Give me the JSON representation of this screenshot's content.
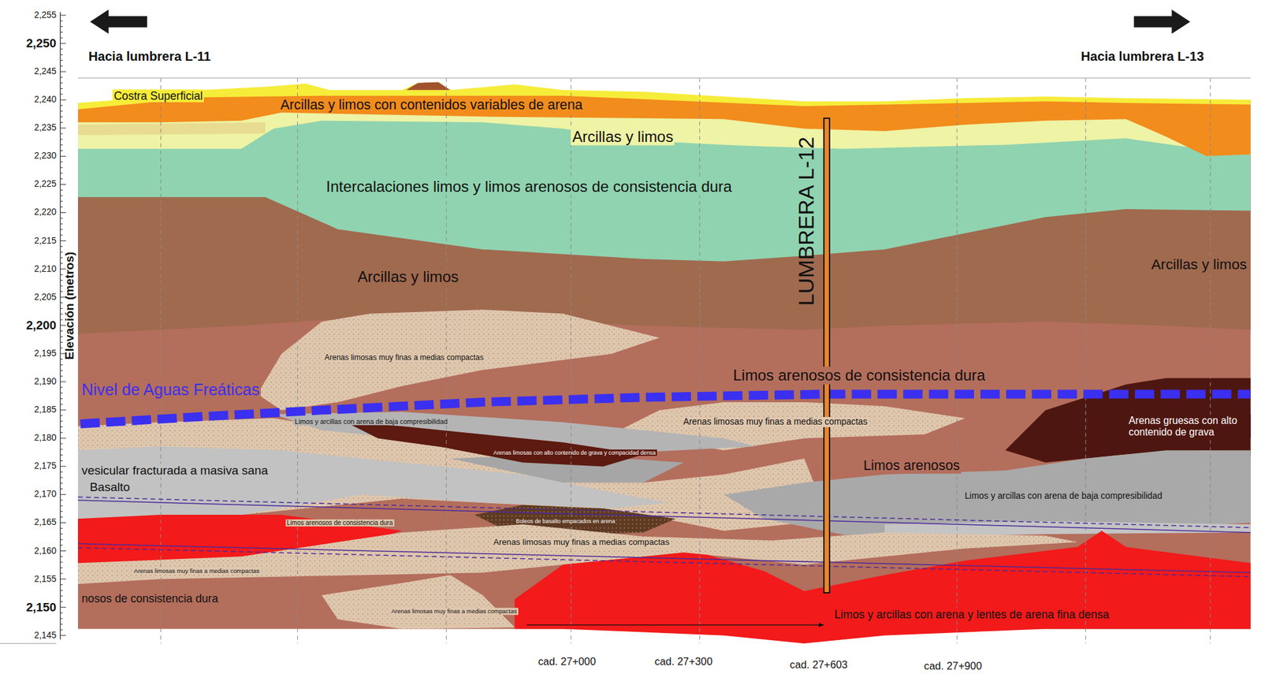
{
  "diagram": {
    "labels": [
      "2,255",
      "2,250",
      "2,245",
      "2,240",
      "2,235",
      "2,230",
      "2,225",
      "2,220",
      "2,215",
      "2,210",
      "2,205",
      "2,200",
      "2,195",
      "2,190",
      "2,185",
      "2,180",
      "2,175",
      "2,170",
      "2,165",
      "2,160",
      "2,155",
      "2,150",
      "2,145",
      "Elevación (metros)",
      "Hacia lumbrera L-11",
      "Hacia lumbrera L-13",
      "Costra Superficial",
      "Arcillas y limos con contenidos variables de arena",
      "Arcillas y limos",
      "Intercalaciones limos y limos arenosos de consistencia dura",
      "Arcillas y limos",
      "Arcillas y limos",
      "LUMBRERA L-12",
      "Arenas limosas muy finas a medias compactas",
      "Limos arenosos de consistencia dura",
      "Nivel de Aguas Freáticas",
      "Limos y arcillas con arena de baja compresibilidad",
      "Arenas limosas muy finas a medias compactas",
      "Arenas gruesas con alto contenido de grava",
      "Arenas limosas con alto contenido de grava y compacidad densa",
      "vesicular fracturada a masiva sana",
      "Basalto",
      "Limos arenosos",
      "Limos y arcillas con arena de baja compresibilidad",
      "Limos arenosos de consistencia dura",
      "Boleos de basalto empacados en arena",
      "Arenas limosas muy finas a medias compactas",
      "Arenas limosas muy finas a medias compactas",
      "nosos de consistencia dura",
      "Arenas limosas muy finas a medias compactas",
      "Limos y arcillas con arena y lentes de arena fina densa",
      "cad. 27+000",
      "cad. 27+300",
      "cad. 27+603",
      "cad. 27+900"
    ]
  }
}
